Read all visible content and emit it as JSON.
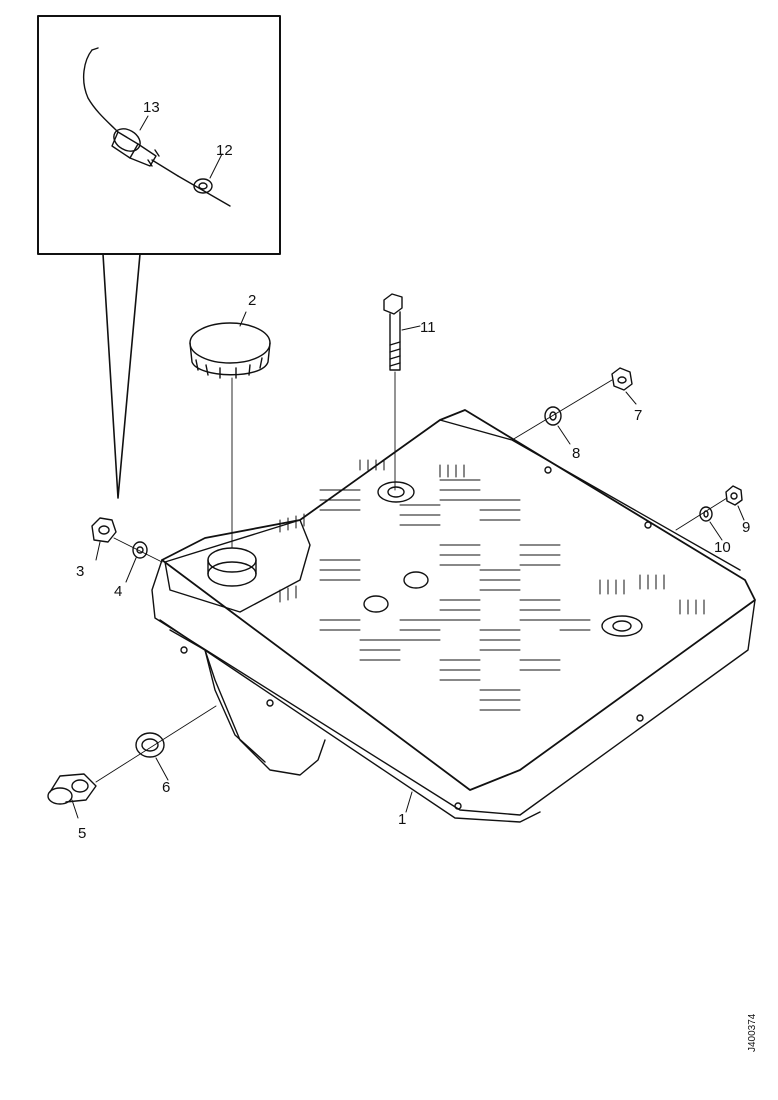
{
  "callouts": [
    {
      "id": "1",
      "text": "1"
    },
    {
      "id": "2",
      "text": "2"
    },
    {
      "id": "3",
      "text": "3"
    },
    {
      "id": "4",
      "text": "4"
    },
    {
      "id": "5",
      "text": "5"
    },
    {
      "id": "6",
      "text": "6"
    },
    {
      "id": "7",
      "text": "7"
    },
    {
      "id": "8",
      "text": "8"
    },
    {
      "id": "9",
      "text": "9"
    },
    {
      "id": "10",
      "text": "10"
    },
    {
      "id": "11",
      "text": "11"
    },
    {
      "id": "12",
      "text": "12"
    },
    {
      "id": "13",
      "text": "13"
    }
  ],
  "document_code": "J400374",
  "colors": {
    "line": "#111111",
    "background": "#ffffff"
  }
}
